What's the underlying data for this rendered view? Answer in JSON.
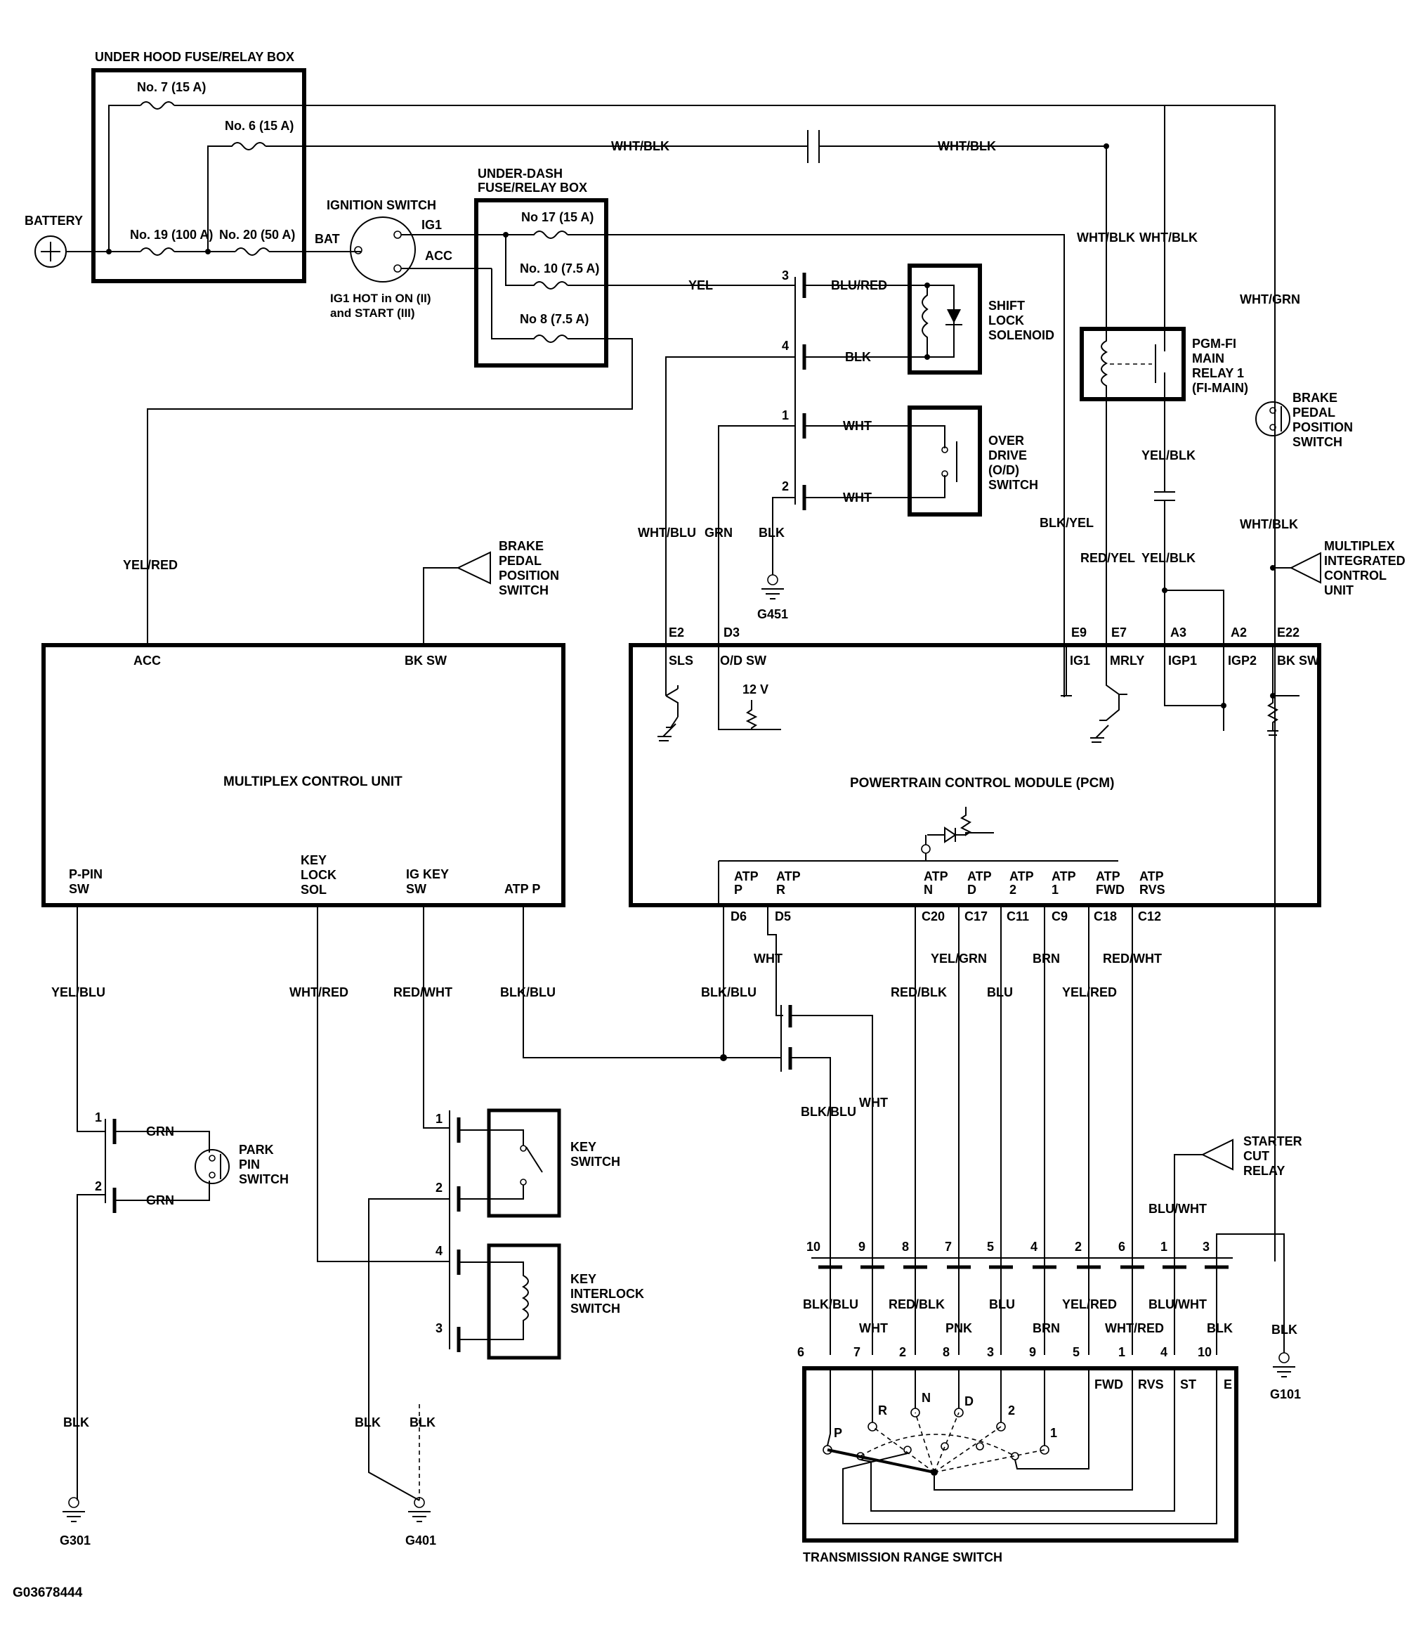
{
  "figure_id": "G03678444",
  "boxes": {
    "under_hood": "UNDER HOOD FUSE/RELAY BOX",
    "under_dash_1": "UNDER-DASH",
    "under_dash_2": "FUSE/RELAY BOX",
    "ignition_switch": "IGNITION SWITCH",
    "ign_note_1": "IG1 HOT in ON (II)",
    "ign_note_2": "and START (III)",
    "battery": "BATTERY",
    "mcu": "MULTIPLEX CONTROL UNIT",
    "pcm": "POWERTRAIN CONTROL MODULE (PCM)",
    "trs": "TRANSMISSION RANGE SWITCH"
  },
  "fuses": {
    "f7": "No. 7 (15 A)",
    "f6": "No. 6 (15 A)",
    "f19": "No. 19 (100 A)",
    "f20": "No. 20 (50 A)",
    "f17": "No 17 (15 A)",
    "f10": "No. 10 (7.5 A)",
    "f8": "No 8 (7.5 A)"
  },
  "ign_terms": {
    "bat": "BAT",
    "ig1": "IG1",
    "acc": "ACC"
  },
  "components": {
    "shift_lock": [
      "SHIFT",
      "LOCK",
      "SOLENOID"
    ],
    "overdrive": [
      "OVER",
      "DRIVE",
      "(O/D)",
      "SWITCH"
    ],
    "pgm_fi": [
      "PGM-FI",
      "MAIN",
      "RELAY 1",
      "(FI-MAIN)"
    ],
    "brake_sw": [
      "BRAKE",
      "PEDAL",
      "POSITION",
      "SWITCH"
    ],
    "brake_ref": [
      "BRAKE",
      "PEDAL",
      "POSITION",
      "SWITCH"
    ],
    "micu": [
      "MULTIPLEX",
      "INTEGRATED",
      "CONTROL",
      "UNIT"
    ],
    "park_pin": [
      "PARK",
      "PIN",
      "SWITCH"
    ],
    "key_switch": [
      "KEY",
      "SWITCH"
    ],
    "key_interlock": [
      "KEY",
      "INTERLOCK",
      "SWITCH"
    ],
    "starter_cut": [
      "STARTER",
      "CUT",
      "RELAY"
    ]
  },
  "wires": {
    "wht_blk": "WHT/BLK",
    "yel": "YEL",
    "blu_red": "BLU/RED",
    "blk": "BLK",
    "wht": "WHT",
    "wht_grn": "WHT/GRN",
    "yel_blk": "YEL/BLK",
    "yel_red": "YEL/RED",
    "wht_blu": "WHT/BLU",
    "grn": "GRN",
    "blk_yel": "BLK/YEL",
    "red_yel": "RED/YEL",
    "yel_blu": "YEL/BLU",
    "wht_red": "WHT/RED",
    "red_wht": "RED/WHT",
    "blk_blu": "BLK/BLU",
    "red_blk": "RED/BLK",
    "yel_grn": "YEL/GRN",
    "blu": "BLU",
    "brn": "BRN",
    "blu_wht": "BLU/WHT",
    "pnk": "PNK"
  },
  "grounds": {
    "g451": "G451",
    "g301": "G301",
    "g401": "G401",
    "g101": "G101"
  },
  "mcu_pins": {
    "acc": "ACC",
    "bksw": "BK SW",
    "ppin_1": "P-PIN",
    "ppin_2": "SW",
    "key_1": "KEY",
    "key_2": "LOCK",
    "key_3": "SOL",
    "igkey_1": "IG KEY",
    "igkey_2": "SW",
    "atpp": "ATP P"
  },
  "pcm_top": [
    {
      "code": "E2",
      "name": "SLS"
    },
    {
      "code": "D3",
      "name": "O/D SW"
    },
    {
      "code": "E9",
      "name": "IG1"
    },
    {
      "code": "E7",
      "name": "MRLY"
    },
    {
      "code": "A3",
      "name": "IGP1"
    },
    {
      "code": "A2",
      "name": "IGP2"
    },
    {
      "code": "E22",
      "name": "BK SW"
    }
  ],
  "pcm_12v": "12 V",
  "pcm_bottom": [
    {
      "l1": "ATP",
      "l2": "P",
      "code": "D6"
    },
    {
      "l1": "ATP",
      "l2": "R",
      "code": "D5"
    },
    {
      "l1": "ATP",
      "l2": "N",
      "code": "C20"
    },
    {
      "l1": "ATP",
      "l2": "D",
      "code": "C17"
    },
    {
      "l1": "ATP",
      "l2": "2",
      "code": "C11"
    },
    {
      "l1": "ATP",
      "l2": "1",
      "code": "C9"
    },
    {
      "l1": "ATP",
      "l2": "FWD",
      "code": "C18"
    },
    {
      "l1": "ATP",
      "l2": "RVS",
      "code": "C12"
    }
  ],
  "conn_upper": [
    "10",
    "9",
    "8",
    "7",
    "5",
    "4",
    "2",
    "6",
    "1",
    "3"
  ],
  "conn_lower": [
    "6",
    "7",
    "2",
    "8",
    "3",
    "9",
    "5",
    "1",
    "4",
    "10"
  ],
  "trs_positions": {
    "p": "P",
    "r": "R",
    "n": "N",
    "d": "D",
    "two": "2",
    "one": "1",
    "fwd": "FWD",
    "rvs": "RVS",
    "st": "ST",
    "e": "E"
  },
  "sw_pins": {
    "s3": "3",
    "s4": "4",
    "s1": "1",
    "s2": "2",
    "p1": "1",
    "p2": "2",
    "k1": "1",
    "k2": "2",
    "k4": "4",
    "k3": "3"
  }
}
